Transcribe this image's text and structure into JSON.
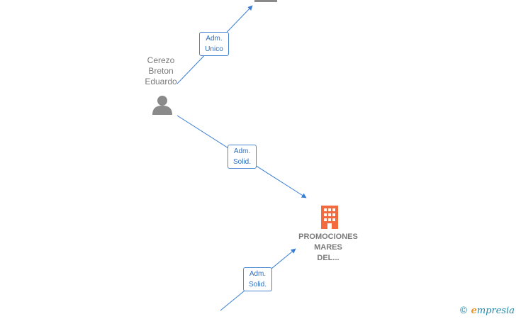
{
  "nodes": {
    "person": {
      "name_lines": [
        "Cerezo",
        "Breton",
        "Eduardo"
      ]
    },
    "company": {
      "name_lines": [
        "PROMOCIONES",
        "MARES",
        "DEL..."
      ],
      "color": "#f26a3d"
    }
  },
  "edges": [
    {
      "role_lines": [
        "Adm.",
        "Unico"
      ]
    },
    {
      "role_lines": [
        "Adm.",
        "Solid."
      ]
    },
    {
      "role_lines": [
        "Adm.",
        "Solid."
      ]
    }
  ],
  "colors": {
    "edge": "#3a7fd5",
    "icon_gray": "#8a8a8a"
  },
  "watermark": {
    "copyright_symbol": "©",
    "first_letter": "e",
    "brand_rest": "mpresia"
  }
}
